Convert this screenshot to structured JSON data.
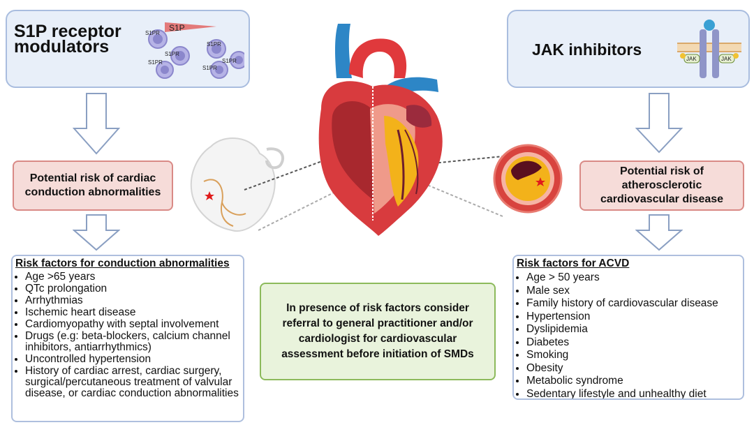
{
  "left": {
    "drug_title_line1": "S1P receptor",
    "drug_title_line2": "modulators",
    "s1p_label": "S1P",
    "s1pr_label": "S1PR",
    "risk_text": "Potential risk of cardiac conduction abnormalities",
    "factors_title": "Risk factors for conduction abnormalities",
    "factors": [
      "Age >65 years",
      "QTc prolongation",
      "Arrhythmias",
      "Ischemic heart disease",
      "Cardiomyopathy with septal involvement",
      "Drugs (e.g: beta-blockers, calcium channel inhibitors, antiarrhythmics)",
      "Uncontrolled hypertension",
      "History of cardiac arrest, cardiac surgery, surgical/percutaneous treatment of valvular disease, or cardiac conduction abnormalities"
    ]
  },
  "right": {
    "drug_title": "JAK inhibitors",
    "jak_label": "JAK",
    "risk_text": "Potential risk of atherosclerotic cardiovascular disease",
    "factors_title": "Risk factors for ACVD",
    "factors": [
      "Age > 50 years",
      "Male sex",
      "Family history of cardiovascular disease",
      "Hypertension",
      "Dyslipidemia",
      "Diabetes",
      "Smoking",
      "Obesity",
      "Metabolic syndrome",
      "Sedentary lifestyle and unhealthy diet"
    ]
  },
  "center": {
    "recommendation": "In presence of risk factors consider referral to general practitioner and/or cardiologist for cardiovascular assessment before initiation of SMDs"
  },
  "colors": {
    "top_box_fill": "#e8eff9",
    "risk_box_fill": "#f6dcd9",
    "center_box_fill": "#e9f3dc"
  }
}
